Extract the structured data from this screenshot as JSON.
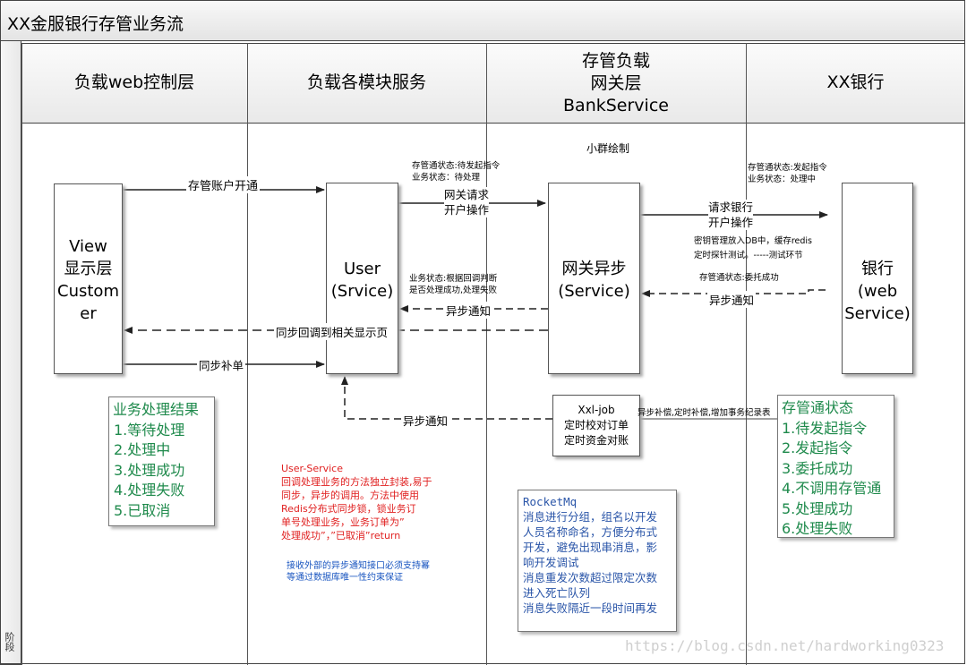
{
  "title": "XX金服银行存管业务流",
  "stage_label": "阶段",
  "lanes": [
    {
      "lines": [
        "负载web控制层"
      ]
    },
    {
      "lines": [
        "负载各模块服务"
      ]
    },
    {
      "lines": [
        "存管负载",
        "网关层",
        "BankService"
      ]
    },
    {
      "lines": [
        "XX银行"
      ]
    }
  ],
  "author_note": "小群绘制",
  "nodes": {
    "view": {
      "lines": [
        "View",
        "显示层",
        "Custom",
        "er"
      ]
    },
    "user": {
      "lines": [
        "User",
        "(Srvice)"
      ]
    },
    "gateway": {
      "lines": [
        "网关异步",
        "(Service)"
      ]
    },
    "bank": {
      "lines": [
        "银行",
        "(web",
        "Service)"
      ]
    },
    "xxljob": {
      "lines": [
        "Xxl-job",
        "定时校对订单",
        "定时资金对账"
      ]
    }
  },
  "flows": {
    "open_account": "存管账户开通",
    "gateway_request": {
      "lines": [
        "网关请求",
        "开户操作"
      ]
    },
    "bank_request": {
      "lines": [
        "请求银行",
        "开户操作"
      ]
    },
    "async_notify_bank": "异步通知",
    "async_notify_gateway": "异步通知",
    "sync_callback": "同步回调到相关显示页",
    "sync_supplement": "同步补单",
    "async_notify_job": "异步通知",
    "compensation": "异步补偿,定时补偿,增加事务纪录表"
  },
  "notes": {
    "gw_status": {
      "lines": [
        "存管通状态:待发起指令",
        "业务状态：待处理"
      ]
    },
    "bank_status": {
      "lines": [
        "存管通状态:发起指令",
        "业务状态：处理中"
      ]
    },
    "key_mgmt": {
      "lines": [
        "密钥管理放入DB中，缓存redis",
        "定时探针测试。-----测试环节"
      ]
    },
    "entrust": "存管通状态:委托成功",
    "judge": {
      "lines": [
        "业务状态:根据回调判断",
        "是否处理成功,处理失败"
      ]
    }
  },
  "business_result": {
    "title": "业务处理结果",
    "items": [
      "1.等待处理",
      "2.处理中",
      "3.处理成功",
      "4.处理失败",
      "5.已取消"
    ]
  },
  "custody_status": {
    "title": "存管通状态",
    "items": [
      "1.待发起指令",
      "2.发起指令",
      "3.委托成功",
      "4.不调用存管通",
      "5.处理成功",
      "6.处理失败"
    ]
  },
  "user_service_note": {
    "lines": [
      "User-Service",
      "回调处理业务的方法独立封装,易于",
      "同步，异步的调用。方法中使用",
      "Redis分布式同步锁，锁业务订",
      "单号处理业务，业务订单为”",
      "处理成功”，”已取消”return"
    ]
  },
  "idempotent_note": {
    "lines": [
      "接收外部的异步通知接口必须支持幂",
      "等通过数据库唯一性约束保证"
    ]
  },
  "rocketmq": {
    "lines": [
      "RocketMq",
      "消息进行分组，组名以开发",
      "人员名称命名，方便分布式",
      "开发，避免出现串消息，影",
      "响开发调试",
      "消息重发次数超过限定次数",
      "进入死亡队列",
      "消息失败隔近一段时间再发"
    ]
  },
  "watermark": "https://blog.csdn.net/hardworking0323"
}
